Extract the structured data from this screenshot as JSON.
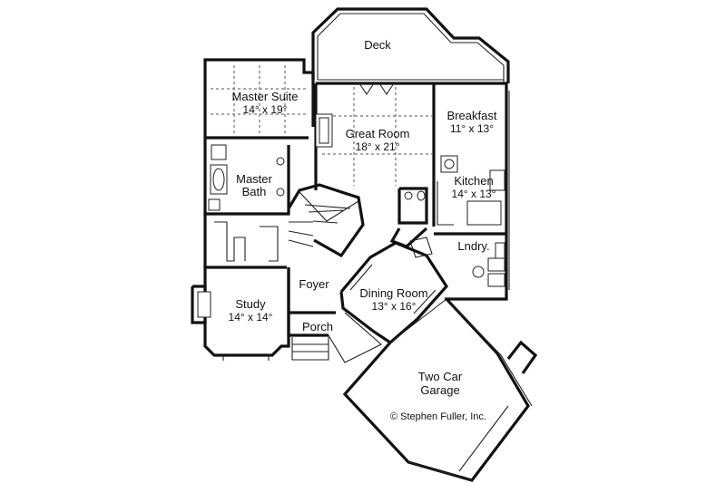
{
  "rooms": {
    "deck": {
      "name": "Deck"
    },
    "master_suite": {
      "name": "Master Suite",
      "dims": "14° x 19°"
    },
    "great_room": {
      "name": "Great Room",
      "dims": "18° x 21°"
    },
    "breakfast": {
      "name": "Breakfast",
      "dims": "11° x 13°"
    },
    "master_bath": {
      "name_line1": "Master",
      "name_line2": "Bath"
    },
    "kitchen": {
      "name": "Kitchen",
      "dims": "14° x 13°"
    },
    "laundry": {
      "name": "Lndry."
    },
    "foyer": {
      "name": "Foyer"
    },
    "dining_room": {
      "name": "Dining Room",
      "dims": "13° x 16°"
    },
    "study": {
      "name": "Study",
      "dims": "14° x 14°"
    },
    "porch": {
      "name": "Porch"
    },
    "garage": {
      "name_line1": "Two Car",
      "name_line2": "Garage"
    }
  },
  "copyright": "© Stephen Fuller, Inc."
}
